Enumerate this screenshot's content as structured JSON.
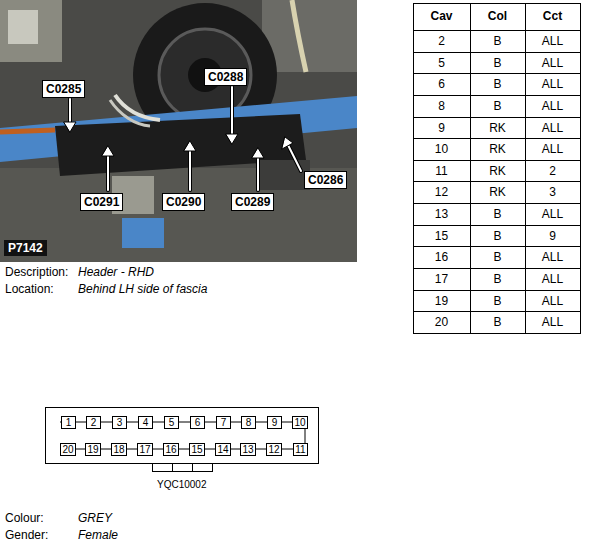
{
  "diagram": {
    "labels": [
      "C0285",
      "C0288",
      "C0291",
      "C0290",
      "C0289",
      "C0286",
      "P7142",
      "Description:",
      "Header - RHD",
      "Location:",
      "Behind LH side of fascia",
      "Cav",
      "Col",
      "Cct",
      "2",
      "B",
      "ALL",
      "5",
      "B",
      "ALL",
      "6",
      "B",
      "ALL",
      "8",
      "B",
      "ALL",
      "9",
      "RK",
      "ALL",
      "10",
      "RK",
      "ALL",
      "11",
      "RK",
      "2",
      "12",
      "RK",
      "3",
      "13",
      "B",
      "ALL",
      "15",
      "B",
      "9",
      "16",
      "B",
      "ALL",
      "17",
      "B",
      "ALL",
      "19",
      "B",
      "ALL",
      "20",
      "B",
      "ALL",
      "1",
      "2",
      "3",
      "4",
      "5",
      "6",
      "7",
      "8",
      "9",
      "10",
      "20",
      "19",
      "18",
      "17",
      "16",
      "15",
      "14",
      "13",
      "12",
      "11",
      "YQC10002",
      "Colour:",
      "GREY",
      "Gender:",
      "Female"
    ]
  }
}
